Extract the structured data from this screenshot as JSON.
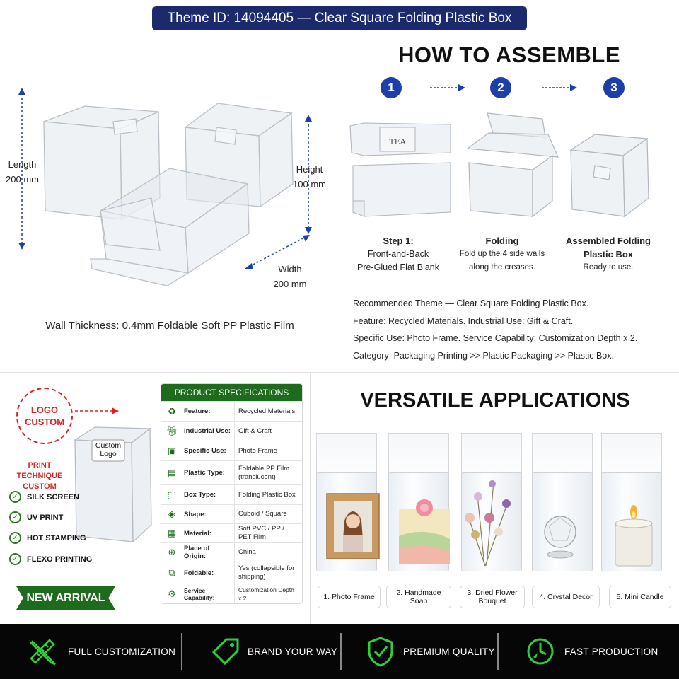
{
  "title": "Theme ID: 14094405 — Clear Square Folding Plastic Box",
  "dimensions": {
    "length_label": "Length",
    "length_value": "200 mm",
    "height_label": "Height",
    "height_value": "100 mm",
    "width_label": "Width",
    "width_value": "200 mm",
    "wall_thickness": "Wall Thickness: 0.4mm Foldable Soft PP Plastic Film"
  },
  "assemble": {
    "title": "HOW TO ASSEMBLE",
    "blank_text": "TEA",
    "steps": [
      {
        "number": "1",
        "heading": "Step 1:",
        "line1": "Front-and-Back",
        "line2": "Pre-Glued Flat Blank"
      },
      {
        "number": "2",
        "heading": "Folding",
        "line1": "Fold up the 4 side walls",
        "line2": "along the creases."
      },
      {
        "number": "3",
        "heading": "Assembled Folding",
        "line1": "Plastic Box",
        "line2": "Ready to use."
      }
    ],
    "info": [
      "Recommended Theme — Clear Square Folding Plastic Box.",
      "Feature: Recycled Materials. Industrial Use: Gift & Craft.",
      "Specific Use: Photo Frame. Service Capability: Customization Depth x 2.",
      "Category: Packaging Printing >> Plastic Packaging >> Plastic Box."
    ]
  },
  "custom": {
    "logo_line1": "LOGO",
    "logo_line2": "CUSTOM",
    "box_label_line1": "Custom",
    "box_label_line2": "Logo",
    "print_technique_line1": "PRINT TECHNIQUE",
    "print_technique_line2": "CUSTOM",
    "techniques": [
      "SILK SCREEN",
      "UV PRINT",
      "HOT STAMPING",
      "FLEXO PRINTING"
    ],
    "badge": "NEW ARRIVAL"
  },
  "specs": {
    "header": "PRODUCT SPECIFICATIONS",
    "rows": [
      {
        "icon": "recycle-icon",
        "key": "Feature:",
        "value": "Recycled Materials"
      },
      {
        "icon": "gift-icon",
        "key": "Industrial Use:",
        "value": "Gift & Craft"
      },
      {
        "icon": "frame-icon",
        "key": "Specific Use:",
        "value": "Photo Frame"
      },
      {
        "icon": "film-icon",
        "key": "Plastic Type:",
        "value": "Foldable PP Film (translucent)"
      },
      {
        "icon": "box-icon",
        "key": "Box Type:",
        "value": "Folding Plastic Box"
      },
      {
        "icon": "cube-icon",
        "key": "Shape:",
        "value": "Cuboid / Square"
      },
      {
        "icon": "material-icon",
        "key": "Material:",
        "value": "Soft PVC / PP / PET Film"
      },
      {
        "icon": "globe-icon",
        "key": "Place of Origin:",
        "value": "China"
      },
      {
        "icon": "fold-icon",
        "key": "Foldable:",
        "value": "Yes (collapsible for shipping)"
      },
      {
        "icon": "gear-icon",
        "key": "Service Capability:",
        "value": "Customization Depth x 2"
      }
    ]
  },
  "applications": {
    "title": "VERSATILE APPLICATIONS",
    "items": [
      {
        "label": "1. Photo Frame"
      },
      {
        "label": "2. Handmade Soap"
      },
      {
        "label": "3. Dried Flower Bouquet"
      },
      {
        "label": "4. Crystal Decor"
      },
      {
        "label": "5. Mini Candle"
      }
    ]
  },
  "footer": {
    "features": [
      {
        "icon": "ruler-pencil-icon",
        "label": "FULL CUSTOMIZATION"
      },
      {
        "icon": "tag-icon",
        "label": "BRAND YOUR WAY"
      },
      {
        "icon": "shield-check-icon",
        "label": "PREMIUM QUALITY"
      },
      {
        "icon": "clock-lightning-icon",
        "label": "FAST PRODUCTION"
      }
    ]
  },
  "colors": {
    "title_bg": "#1a2a6c",
    "step_blue": "#1d3fa8",
    "brand_green": "#1e6b1e",
    "accent_red": "#e02020",
    "footer_bg": "#060606",
    "footer_icon_green": "#2fcf3a"
  }
}
